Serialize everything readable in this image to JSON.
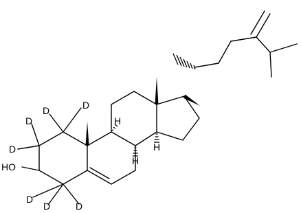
{
  "atoms": {
    "hydroxyl": "HO",
    "deuterium_label": "D",
    "stereo_hydrogen": "H"
  }
}
